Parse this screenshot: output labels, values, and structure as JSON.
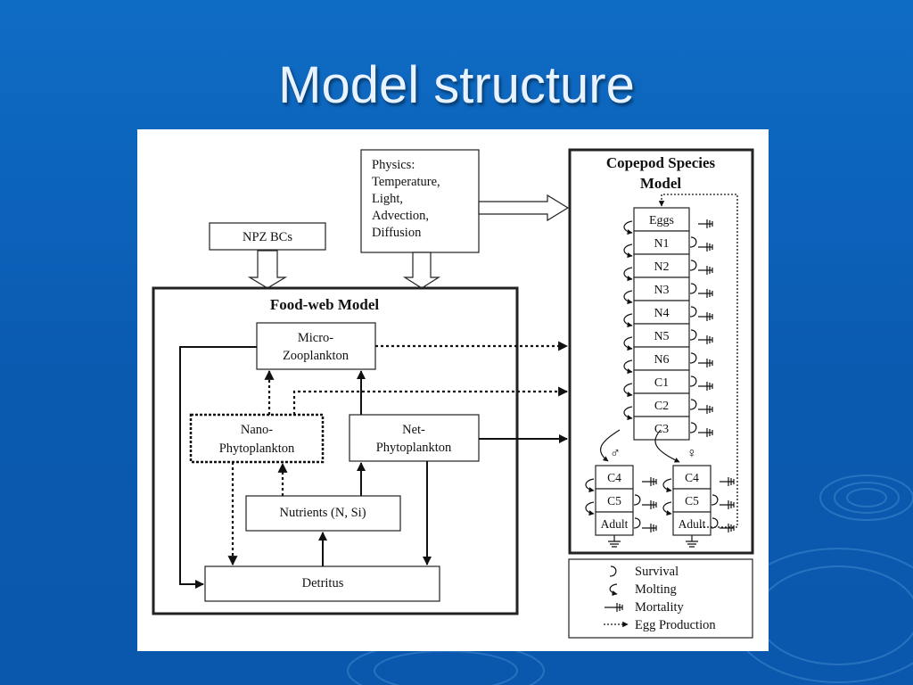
{
  "slide": {
    "title": "Model structure"
  },
  "diagram": {
    "physics": [
      "Physics:",
      "Temperature,",
      "Light,",
      "Advection,",
      "Diffusion"
    ],
    "npz_bcs": "NPZ BCs",
    "foodweb": {
      "title": "Food-web Model",
      "micro": [
        "Micro-",
        "Zooplankton"
      ],
      "nano": [
        "Nano-",
        "Phytoplankton"
      ],
      "net": [
        "Net-",
        "Phytoplankton"
      ],
      "nutrients": "Nutrients (N, Si)",
      "detritus": "Detritus"
    },
    "copepod": {
      "title": [
        "Copepod Species",
        "Model"
      ],
      "stages": [
        "Eggs",
        "N1",
        "N2",
        "N3",
        "N4",
        "N5",
        "N6",
        "C1",
        "C2",
        "C3"
      ],
      "male_symbol": "♂",
      "female_symbol": "♀",
      "male_stages": [
        "C4",
        "C5",
        "Adult"
      ],
      "female_stages": [
        "C4",
        "C5",
        "Adult"
      ]
    },
    "legend": [
      "Survival",
      "Molting",
      "Mortality",
      "Egg Production"
    ]
  },
  "colors": {
    "background": "#0a5ab0",
    "title": "#e8f3ff",
    "ink": "#111111"
  }
}
